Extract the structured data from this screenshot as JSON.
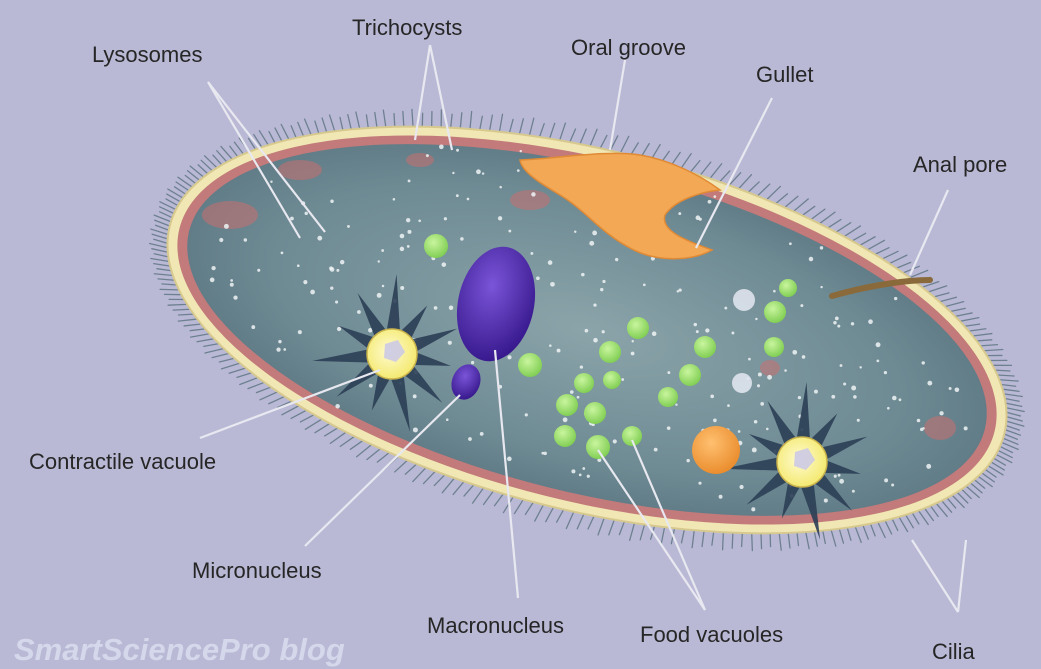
{
  "labels": {
    "lysosomes": "Lysosomes",
    "trichocysts": "Trichocysts",
    "oral_groove": "Oral groove",
    "gullet": "Gullet",
    "anal_pore": "Anal pore",
    "contractile_vacuole": "Contractile vacuole",
    "micronucleus": "Micronucleus",
    "macronucleus": "Macronucleus",
    "food_vacuoles": "Food vacuoles",
    "cilia": "Cilia"
  },
  "watermark": "SmartSciencePro blog",
  "colors": {
    "background": "#b9b9d6",
    "cell_body": "#6f8d96",
    "pellicle": "#f1e7b4",
    "macronucleus": "#4a22a6",
    "food_vacuole": "#9bdc6a",
    "oral_groove": "#f2a854",
    "contractile_vacuole": "#fff48c"
  }
}
